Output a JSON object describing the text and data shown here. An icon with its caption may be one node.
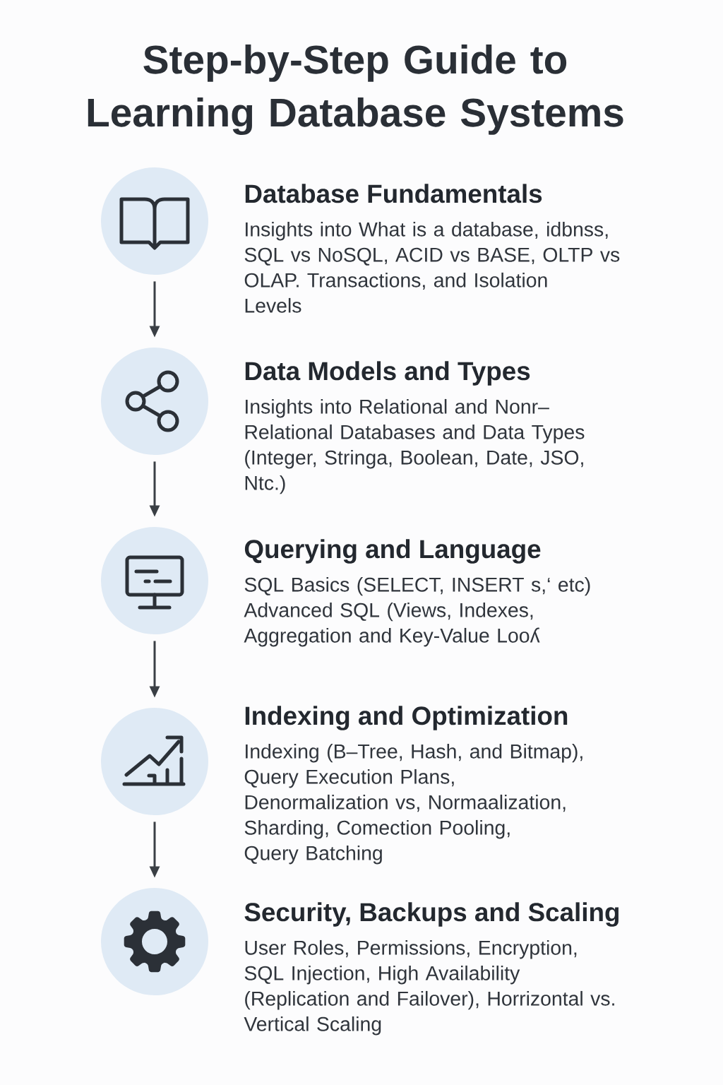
{
  "diagram": {
    "title": "Step-by-Step Guide to Learning Database Systems",
    "nodes": [
      {
        "text": [
          "Database Fundamentals",
          "Insights into What is a database, idbnss, SQL vs NoSQL, ACID vs BASE, OLTP vs OLAP. Transactions, and Isolation Levels"
        ]
      },
      {
        "text": [
          "Data Models and Types",
          "Insights into Relational and Nonr– Relational Databases and Data Types (Integer, Stringa, Boolean, Date, JSO, Ntc.)"
        ]
      },
      {
        "text": [
          "Querying and Language",
          "SQL Basics (SELECT, INSERT s,‘ etc) Advanced SQL (Views, Indexes, Aggregation and Key-Value Looʎ"
        ]
      },
      {
        "text": [
          "Indexing and Optimization",
          "Indexing (B–Tree, Hash, and Bitmap), Query Execution Plans, Denormalization vs, Normaalization, Sharding, Comection Pooling, Query Batching"
        ]
      },
      {
        "text": [
          "Security, Backups and Scaling",
          "User Roles, Permissions, Encryption, SQL Injection, High Availability (Replication and Failover), Horrizontal vs. Vertical Scaling"
        ]
      }
    ],
    "edges": [
      {
        "from": 0,
        "to": 1,
        "arrow": "to"
      },
      {
        "from": 1,
        "to": 2,
        "arrow": "to"
      },
      {
        "from": 2,
        "to": 3,
        "arrow": "to"
      },
      {
        "from": 3,
        "to": 4,
        "arrow": "to"
      }
    ]
  }
}
